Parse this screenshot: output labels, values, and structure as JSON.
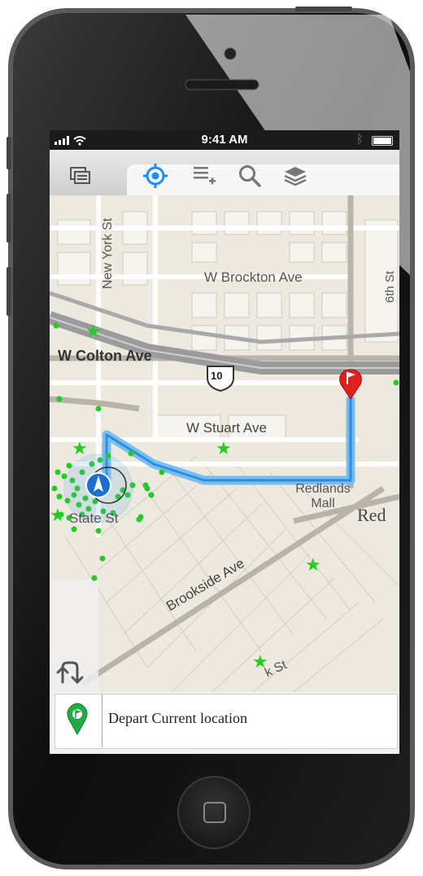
{
  "status_bar": {
    "time": "9:41 AM"
  },
  "toolbar": {
    "icons": [
      "basemap-icon",
      "locate-icon",
      "list-add-icon",
      "search-icon",
      "layers-icon"
    ],
    "accent_color": "#1a8cff"
  },
  "map": {
    "streets": {
      "new_york": "New York St",
      "brockton": "W Brockton Ave",
      "sixth": "6th St",
      "colton": "W Colton Ave",
      "interstate": "10",
      "stuart": "W Stuart Ave",
      "redlands_mall": "Redlands Mall",
      "red": "Red",
      "state": "State St",
      "brookside": "Brookside Ave",
      "k_st": "k St"
    },
    "route_color": "#3a9ae8",
    "marker_color": "#22cc22",
    "flag_color": "#e02020"
  },
  "directions": {
    "step_text": "Depart Current location",
    "icon": "green-pin-icon"
  }
}
